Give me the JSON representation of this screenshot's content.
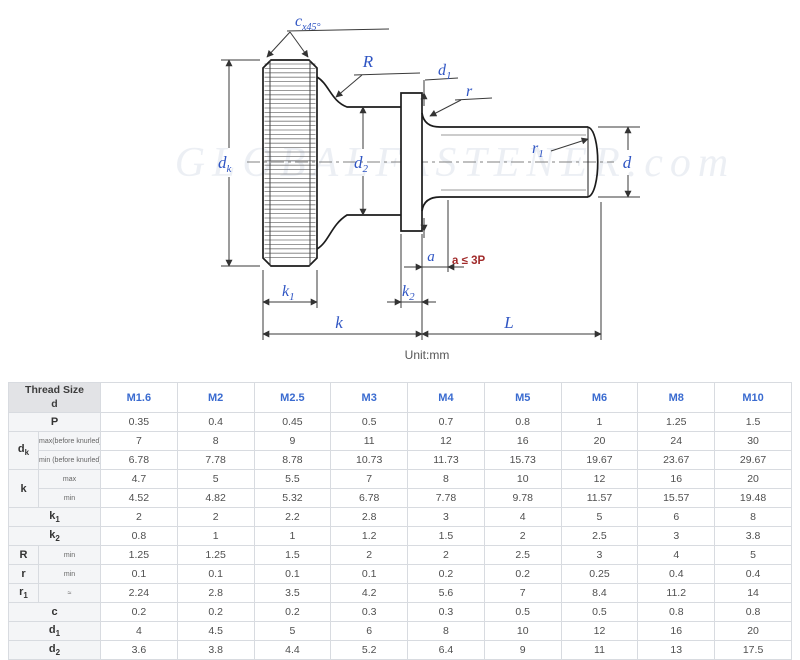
{
  "drawing": {
    "unit": "Unit:mm",
    "watermark": "GLOBALFASTENER.com",
    "labels": {
      "c": {
        "base": "c",
        "sub": "x45°"
      },
      "R": "R",
      "d1": {
        "base": "d",
        "sub": "1"
      },
      "r": "r",
      "dk": {
        "base": "d",
        "sub": "k"
      },
      "d2": {
        "base": "d",
        "sub": "2"
      },
      "r1": {
        "base": "r",
        "sub": "1"
      },
      "d": "d",
      "a": "a",
      "a_note": "a ≤ 3P",
      "k1": {
        "base": "k",
        "sub": "1"
      },
      "k2": {
        "base": "k",
        "sub": "2"
      },
      "k": "k",
      "L": "L"
    },
    "colors": {
      "label_blue": "#2f55c3",
      "note_red": "#a12b2b",
      "header_blue": "#3a6bd0"
    }
  },
  "table": {
    "corner": {
      "line1": "Thread Size",
      "line2": "d"
    },
    "columns": [
      "M1.6",
      "M2",
      "M2.5",
      "M3",
      "M4",
      "M5",
      "M6",
      "M8",
      "M10"
    ],
    "rows": [
      {
        "label": {
          "base": "P",
          "sub": ""
        },
        "span": true,
        "values": [
          "0.35",
          "0.4",
          "0.45",
          "0.5",
          "0.7",
          "0.8",
          "1",
          "1.25",
          "1.5"
        ]
      },
      {
        "label": {
          "base": "d",
          "sub": "k"
        },
        "rowspan": 2,
        "sublabel": "max(before knurled)",
        "values": [
          "7",
          "8",
          "9",
          "11",
          "12",
          "16",
          "20",
          "24",
          "30"
        ]
      },
      {
        "sublabel": "min (before knurled)",
        "values": [
          "6.78",
          "7.78",
          "8.78",
          "10.73",
          "11.73",
          "15.73",
          "19.67",
          "23.67",
          "29.67"
        ]
      },
      {
        "label": {
          "base": "k",
          "sub": ""
        },
        "rowspan": 2,
        "sublabel": "max",
        "values": [
          "4.7",
          "5",
          "5.5",
          "7",
          "8",
          "10",
          "12",
          "16",
          "20"
        ]
      },
      {
        "sublabel": "min",
        "values": [
          "4.52",
          "4.82",
          "5.32",
          "6.78",
          "7.78",
          "9.78",
          "11.57",
          "15.57",
          "19.48"
        ]
      },
      {
        "label": {
          "base": "k",
          "sub": "1"
        },
        "span": true,
        "values": [
          "2",
          "2",
          "2.2",
          "2.8",
          "3",
          "4",
          "5",
          "6",
          "8"
        ]
      },
      {
        "label": {
          "base": "k",
          "sub": "2"
        },
        "span": true,
        "values": [
          "0.8",
          "1",
          "1",
          "1.2",
          "1.5",
          "2",
          "2.5",
          "3",
          "3.8"
        ]
      },
      {
        "label": {
          "base": "R",
          "sub": ""
        },
        "rowspan": 1,
        "sublabel": "min",
        "values": [
          "1.25",
          "1.25",
          "1.5",
          "2",
          "2",
          "2.5",
          "3",
          "4",
          "5"
        ]
      },
      {
        "label": {
          "base": "r",
          "sub": ""
        },
        "rowspan": 1,
        "sublabel": "min",
        "values": [
          "0.1",
          "0.1",
          "0.1",
          "0.1",
          "0.2",
          "0.2",
          "0.25",
          "0.4",
          "0.4"
        ]
      },
      {
        "label": {
          "base": "r",
          "sub": "1"
        },
        "rowspan": 1,
        "sublabel": "≈",
        "values": [
          "2.24",
          "2.8",
          "3.5",
          "4.2",
          "5.6",
          "7",
          "8.4",
          "11.2",
          "14"
        ]
      },
      {
        "label": {
          "base": "c",
          "sub": ""
        },
        "span": true,
        "values": [
          "0.2",
          "0.2",
          "0.2",
          "0.3",
          "0.3",
          "0.5",
          "0.5",
          "0.8",
          "0.8"
        ]
      },
      {
        "label": {
          "base": "d",
          "sub": "1"
        },
        "span": true,
        "values": [
          "4",
          "4.5",
          "5",
          "6",
          "8",
          "10",
          "12",
          "16",
          "20"
        ]
      },
      {
        "label": {
          "base": "d",
          "sub": "2"
        },
        "span": true,
        "values": [
          "3.6",
          "3.8",
          "4.4",
          "5.2",
          "6.4",
          "9",
          "11",
          "13",
          "17.5"
        ]
      }
    ]
  }
}
